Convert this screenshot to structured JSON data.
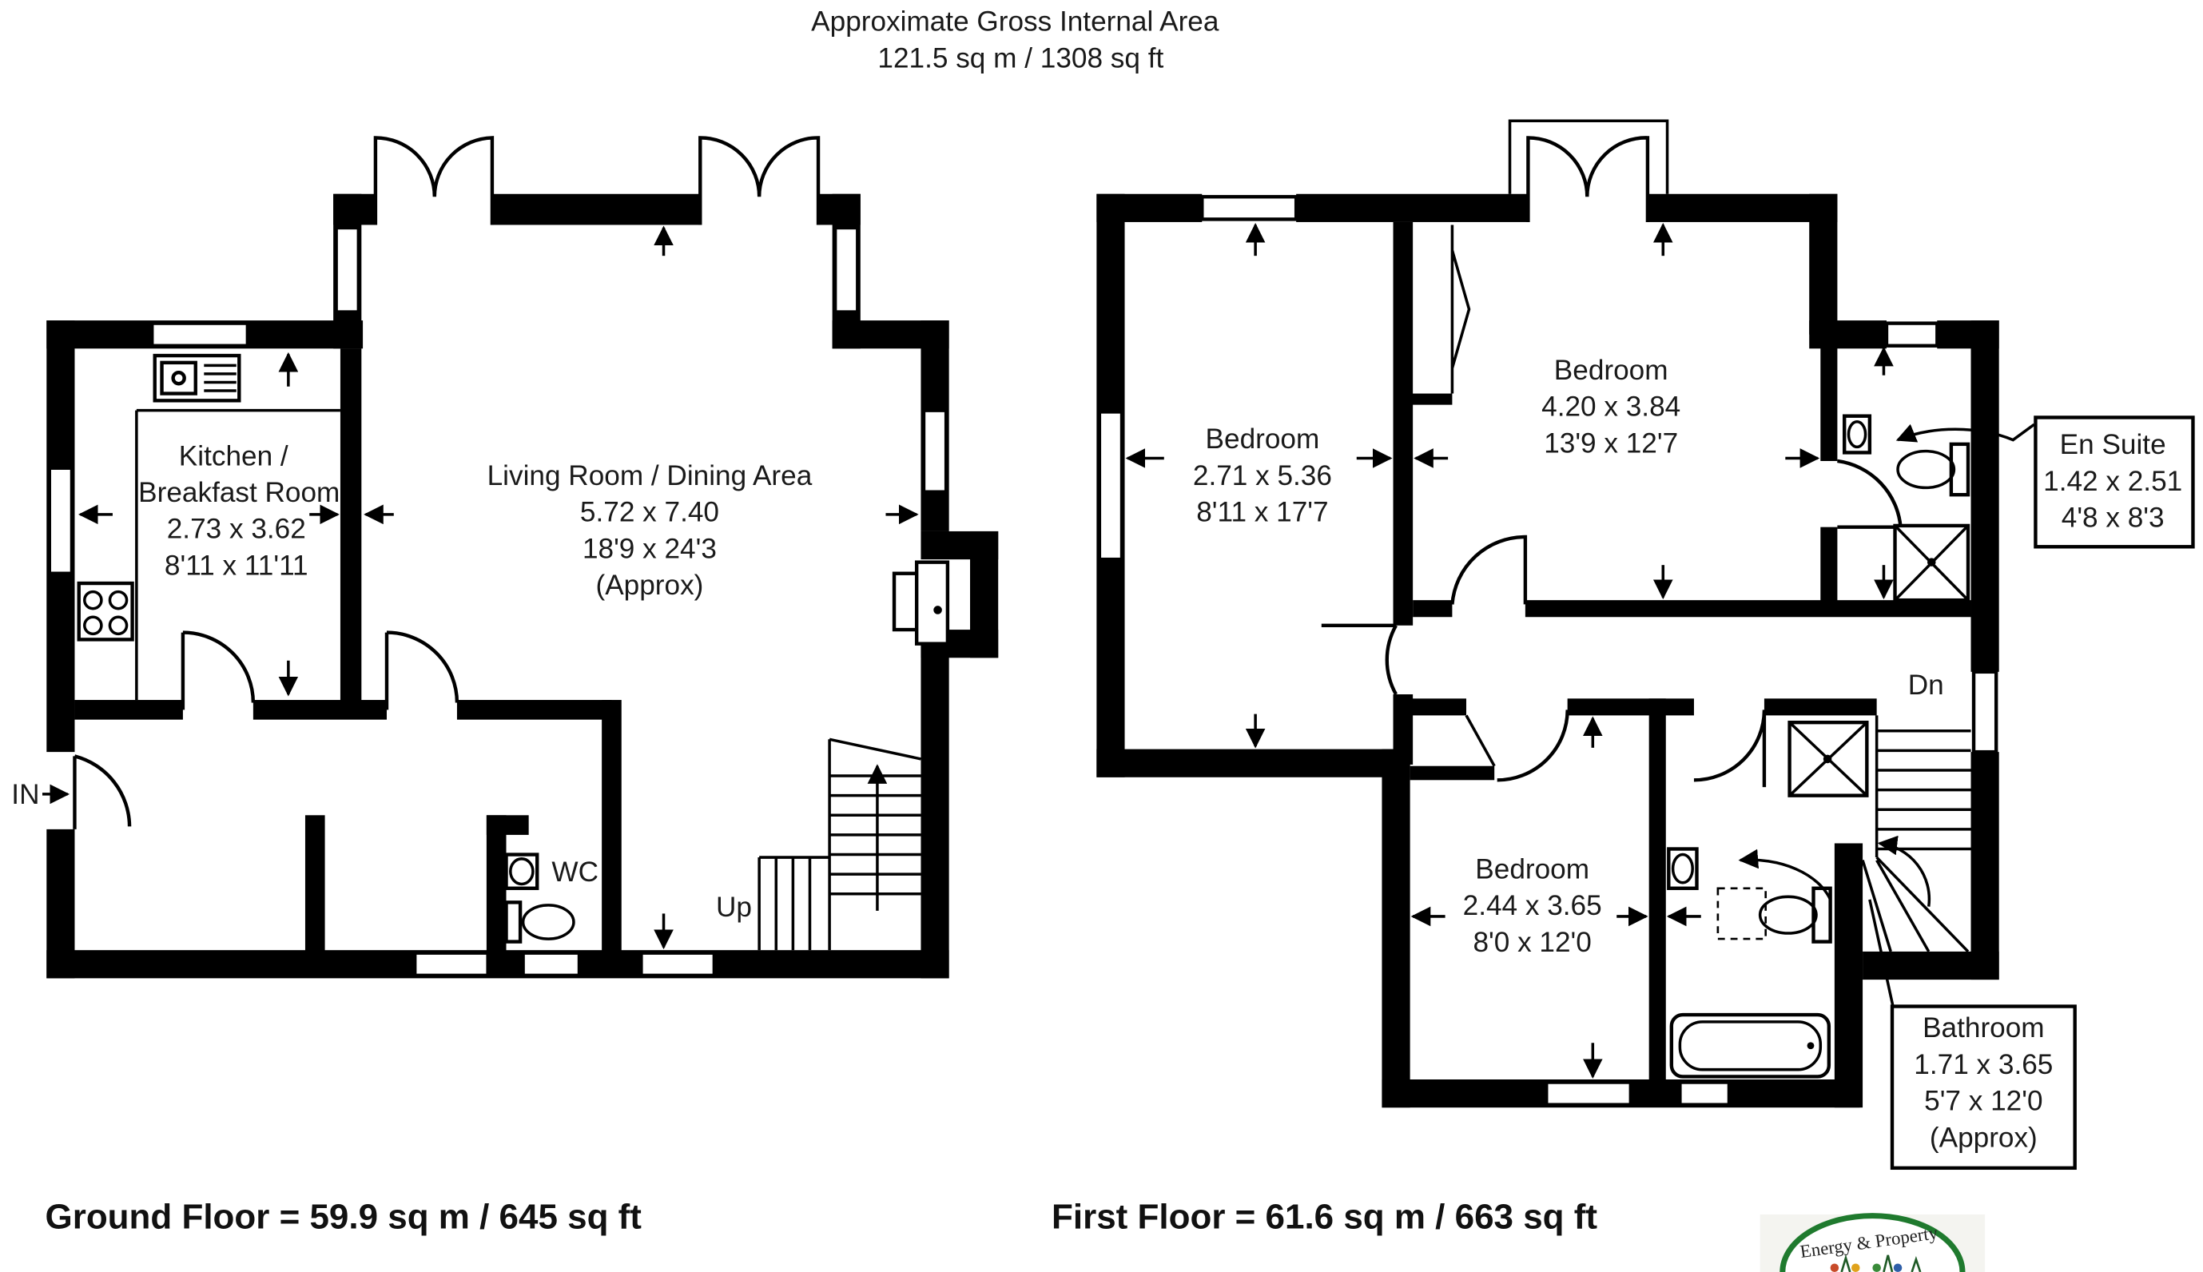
{
  "header": {
    "title": "Approximate Gross Internal Area",
    "total_area": "121.5 sq m / 1308 sq ft"
  },
  "ground_floor": {
    "summary": "Ground Floor = 59.9 sq m / 645 sq ft",
    "entrance_label": "IN",
    "stairs_label": "Up",
    "rooms": {
      "kitchen": {
        "name_1": "Kitchen /",
        "name_2": "Breakfast Room",
        "metric": "2.73 x 3.62",
        "imperial": "8'11 x 11'11"
      },
      "living": {
        "name": "Living Room / Dining Area",
        "metric": "5.72 x 7.40",
        "imperial": "18'9 x 24'3",
        "note": "(Approx)"
      },
      "wc": {
        "name": "WC"
      }
    }
  },
  "first_floor": {
    "summary": "First Floor = 61.6 sq m / 663 sq ft",
    "stairs_label": "Dn",
    "rooms": {
      "bedroom_left": {
        "name": "Bedroom",
        "metric": "2.71 x 5.36",
        "imperial": "8'11 x 17'7"
      },
      "bedroom_main": {
        "name": "Bedroom",
        "metric": "4.20 x 3.84",
        "imperial": "13'9 x 12'7"
      },
      "bedroom_small": {
        "name": "Bedroom",
        "metric": "2.44 x 3.65",
        "imperial": "8'0 x 12'0"
      },
      "en_suite": {
        "name": "En Suite",
        "metric": "1.42 x 2.51",
        "imperial": "4'8 x 8'3"
      },
      "bathroom": {
        "name": "Bathroom",
        "metric": "1.71 x 3.65",
        "imperial": "5'7 x 12'0",
        "note": "(Approx)"
      }
    }
  },
  "logo": {
    "text": "Energy & Property"
  }
}
